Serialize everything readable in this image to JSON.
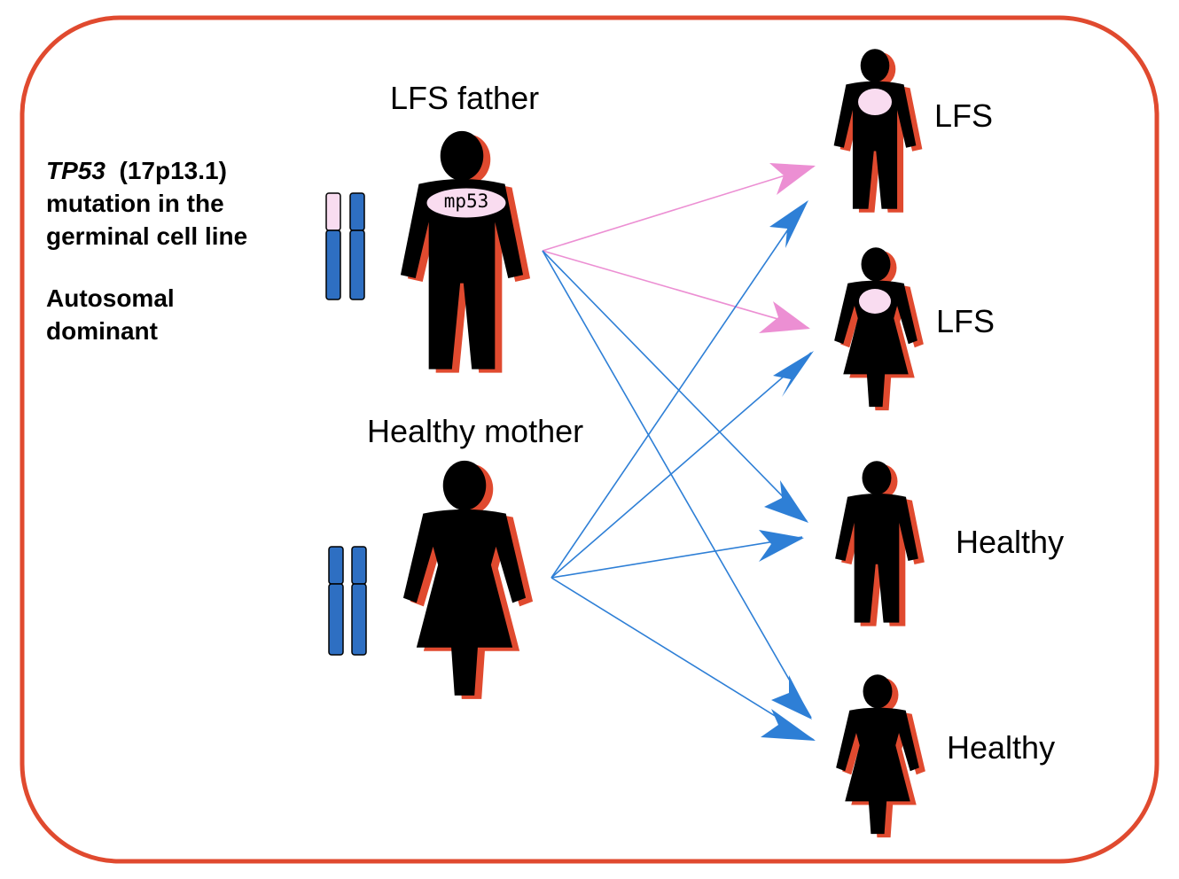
{
  "description_block": {
    "gene": "TP53",
    "locus": "(17p13.1)",
    "line2": "mutation in the",
    "line3": "germinal cell line",
    "inheritance_line1": "Autosomal",
    "inheritance_line2": "dominant"
  },
  "parents": {
    "father_label": "LFS father",
    "father_marker": "mp53",
    "mother_label": "Healthy mother"
  },
  "children": [
    {
      "label": "LFS",
      "status": "affected",
      "sex": "male"
    },
    {
      "label": "LFS",
      "status": "affected",
      "sex": "female"
    },
    {
      "label": "Healthy",
      "status": "unaffected",
      "sex": "male"
    },
    {
      "label": "Healthy",
      "status": "unaffected",
      "sex": "female"
    }
  ],
  "colors": {
    "frame": "#e04a2f",
    "figure": "#000000",
    "figure_shadow": "#e04a2f",
    "mutant_allele": "#f9dcf0",
    "normal_allele": "#2e6fc2",
    "mutant_arrow": "#ec8fd3",
    "normal_arrow": "#2e7fd6"
  }
}
